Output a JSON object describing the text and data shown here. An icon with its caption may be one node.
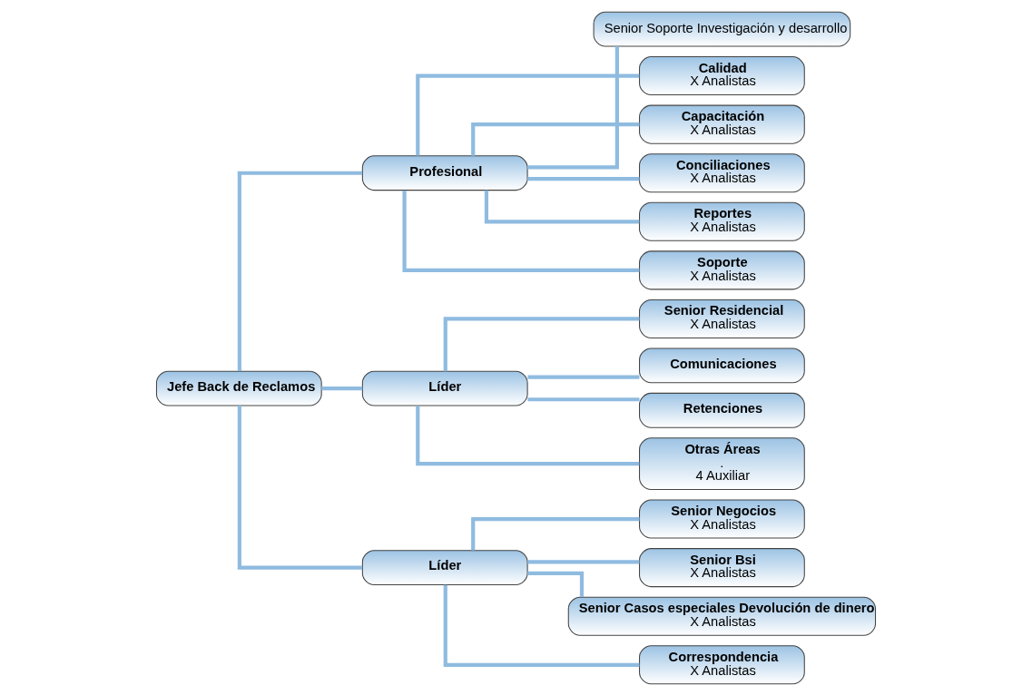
{
  "diagram": {
    "nodes": [
      {
        "text": [
          "Jefe Back de Reclamos"
        ]
      },
      {
        "text": [
          "Profesional"
        ]
      },
      {
        "text": [
          "Líder"
        ]
      },
      {
        "text": [
          "Líder"
        ]
      },
      {
        "text": [
          "Senior Residencial",
          "X Analistas"
        ]
      },
      {
        "text": [
          "Comunicaciones"
        ]
      },
      {
        "text": [
          "Retenciones"
        ]
      },
      {
        "text": [
          "Otras Áreas",
          ".",
          "4 Auxiliar"
        ]
      },
      {
        "text": [
          "Senior Negocios",
          "X Analistas"
        ]
      },
      {
        "text": [
          "Senior Bsi",
          "X Analistas"
        ]
      },
      {
        "text": [
          "Senior Casos especiales Devolución de dinero",
          "X Analistas"
        ]
      },
      {
        "text": [
          "Correspondencia",
          "X Analistas"
        ]
      },
      {
        "text": [
          "Senior Soporte Investigación y desarrollo"
        ]
      },
      {
        "text": [
          "Calidad",
          "X Analistas"
        ]
      },
      {
        "text": [
          "Capacitación",
          "X Analistas"
        ]
      },
      {
        "text": [
          "Conciliaciones",
          "X Analistas"
        ]
      },
      {
        "text": [
          "Reportes",
          "X Analistas"
        ]
      },
      {
        "text": [
          "Soporte",
          "X Analistas"
        ]
      }
    ],
    "edges": [
      {
        "from": 0,
        "to": 2,
        "arrow": "none"
      },
      {
        "from": 0,
        "to": 3,
        "arrow": "none"
      },
      {
        "from": 0,
        "to": 1,
        "arrow": "none"
      },
      {
        "from": 2,
        "to": 4,
        "arrow": "none"
      },
      {
        "from": 2,
        "to": 5,
        "arrow": "none"
      },
      {
        "from": 2,
        "to": 6,
        "arrow": "none"
      },
      {
        "from": 2,
        "to": 7,
        "arrow": "none"
      },
      {
        "from": 3,
        "to": 8,
        "arrow": "none"
      },
      {
        "from": 3,
        "to": 9,
        "arrow": "none"
      },
      {
        "from": 3,
        "to": 10,
        "arrow": "none"
      },
      {
        "from": 3,
        "to": 11,
        "arrow": "none"
      },
      {
        "from": 1,
        "to": 12,
        "arrow": "none"
      },
      {
        "from": 1,
        "to": 13,
        "arrow": "none"
      },
      {
        "from": 1,
        "to": 14,
        "arrow": "none"
      },
      {
        "from": 1,
        "to": 15,
        "arrow": "none"
      },
      {
        "from": 1,
        "to": 16,
        "arrow": "none"
      },
      {
        "from": 1,
        "to": 17,
        "arrow": "none"
      }
    ]
  }
}
